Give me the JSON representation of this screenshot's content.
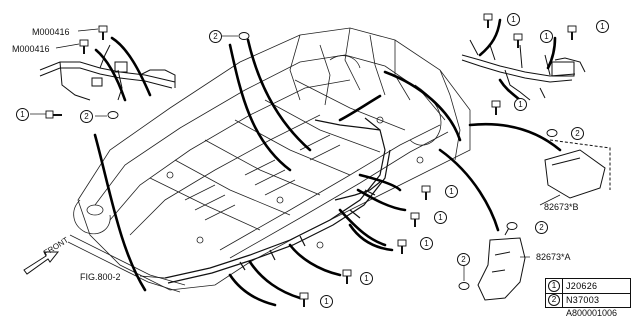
{
  "labels": {
    "m1": "M000416",
    "m2": "M000416",
    "part_b": "82673*B",
    "part_a": "82673*A",
    "fig_ref": "FIG.800-2",
    "front": "FRONT",
    "drawing_id": "A800001006"
  },
  "callouts": {
    "one": "1",
    "two": "2"
  },
  "legend": [
    {
      "num": "1",
      "code": "J20626"
    },
    {
      "num": "2",
      "code": "N37003"
    }
  ]
}
